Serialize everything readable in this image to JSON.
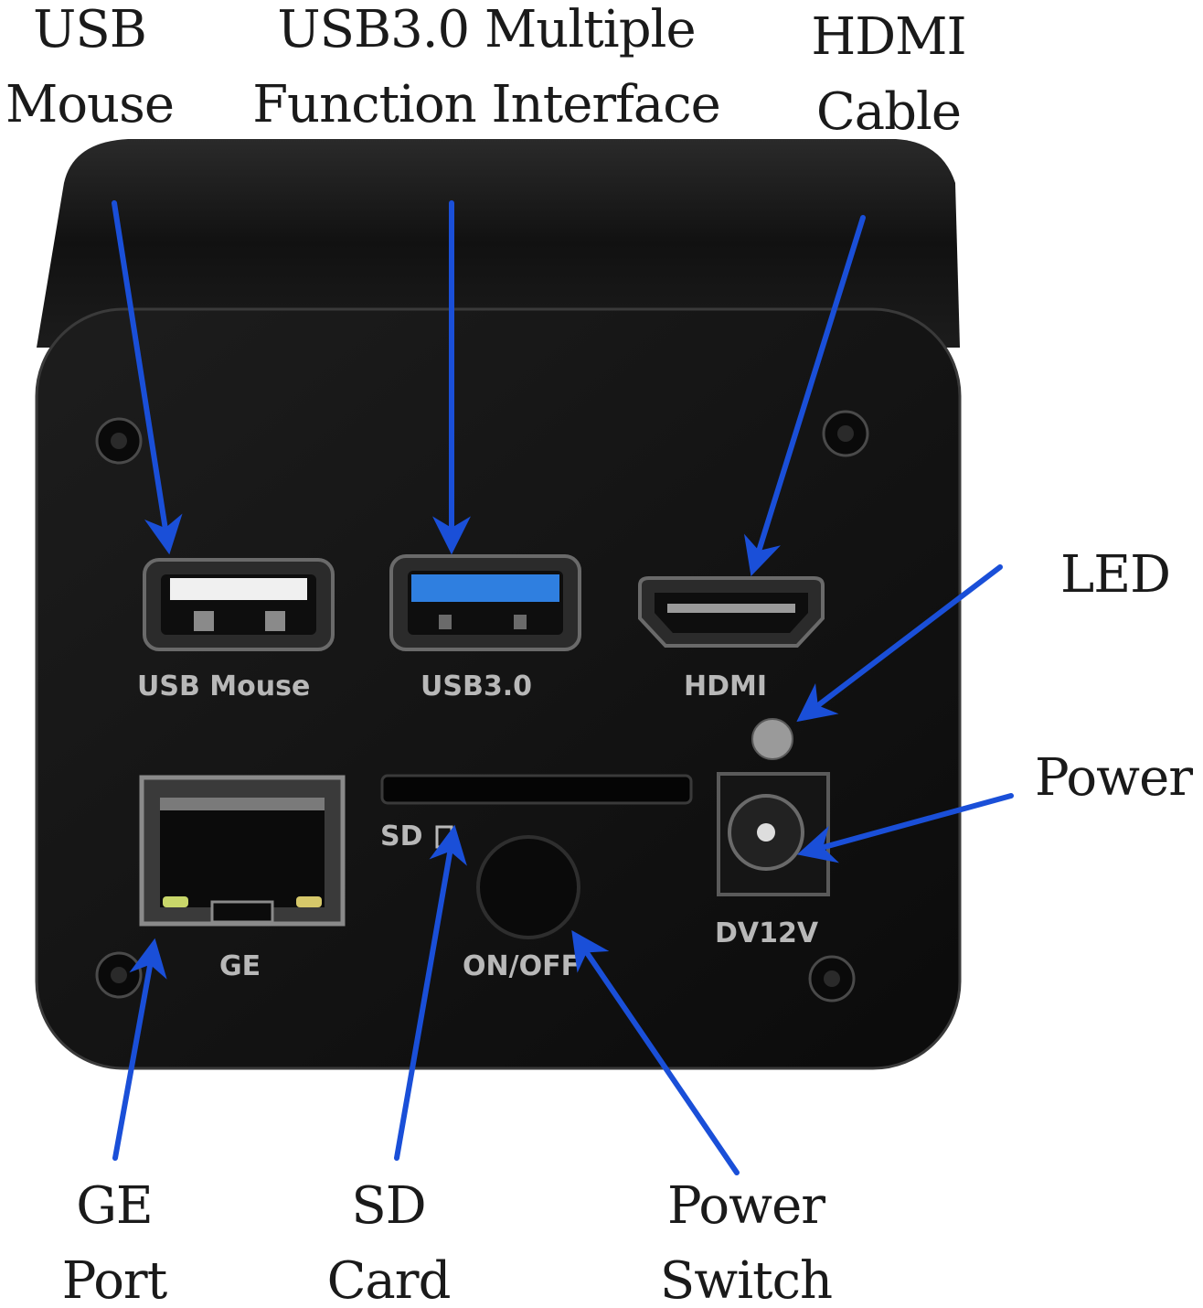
{
  "callouts": {
    "usb_mouse": [
      "USB",
      "Mouse"
    ],
    "usb3_interface": [
      "USB3.0 Multiple",
      "Function Interface"
    ],
    "hdmi_cable": [
      "HDMI",
      "Cable"
    ],
    "led": [
      "LED"
    ],
    "power": [
      "Power"
    ],
    "ge_port": [
      "GE",
      "Port"
    ],
    "sd_card": [
      "SD",
      "Card"
    ],
    "power_switch": [
      "Power",
      "Switch"
    ]
  },
  "panel_labels": {
    "usb_mouse": "USB Mouse",
    "usb3": "USB3.0",
    "hdmi": "HDMI",
    "ge": "GE",
    "sd": "SD",
    "on_off": "ON/OFF",
    "dv12v": "DV12V"
  },
  "colors": {
    "arrow": "#1a4fd8",
    "camera_body": "#141414",
    "usb3_blue": "#2f7fe0"
  }
}
